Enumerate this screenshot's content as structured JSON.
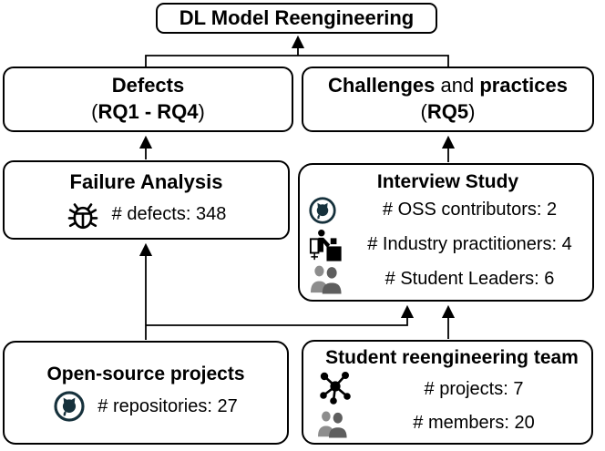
{
  "diagram": {
    "colors": {
      "github": "#16313c",
      "person_back": "#8d8d8d",
      "person_front": "#5e5e5e",
      "border": "#000000",
      "background": "#ffffff"
    },
    "boxes": {
      "root": {
        "title": "DL Model Reengineering"
      },
      "defects": {
        "title": "Defects",
        "paren_open": "(",
        "rq": "RQ1 - RQ4",
        "paren_close": ")"
      },
      "challenges": {
        "word_bold1": "Challenges",
        "word_mid": " and ",
        "word_bold2": "practices",
        "paren_open": "(",
        "rq": "RQ5",
        "paren_close": ")"
      },
      "failure": {
        "title": "Failure Analysis",
        "icon": "bug-icon",
        "stat": "# defects: 348"
      },
      "interview": {
        "title": "Interview Study",
        "rows": [
          {
            "icon": "github-icon",
            "label": "# OSS contributors: 2"
          },
          {
            "icon": "industry-practitioner-icon",
            "label": "# Industry practitioners: 4"
          },
          {
            "icon": "people-icon",
            "label": "# Student Leaders: 6"
          }
        ]
      },
      "opensource": {
        "title": "Open-source projects",
        "rows": [
          {
            "icon": "github-icon",
            "label": "# repositories: 27"
          }
        ]
      },
      "student": {
        "title": "Student reengineering team",
        "rows": [
          {
            "icon": "network-icon",
            "label": "# projects: 7"
          },
          {
            "icon": "people-icon",
            "label": "# members: 20"
          }
        ]
      }
    }
  }
}
